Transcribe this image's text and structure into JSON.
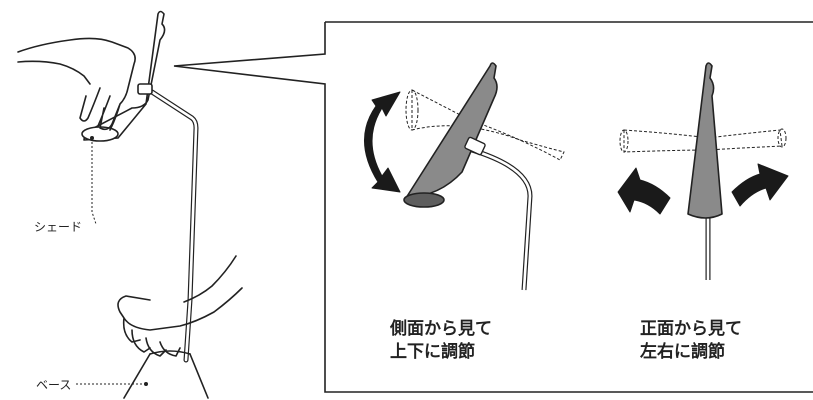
{
  "labels": {
    "shade": "シェード",
    "base": "ベース"
  },
  "captions": {
    "side": {
      "line1": "側面から見て",
      "line2": "上下に調節"
    },
    "front": {
      "line1": "正面から見て",
      "line2": "左右に調節"
    }
  },
  "colors": {
    "ink": "#222222",
    "shade_fill": "#8a8a8a",
    "shade_dark": "#5e5e5e",
    "arrow": "#1a1a1a",
    "pole": "#ffffff"
  }
}
